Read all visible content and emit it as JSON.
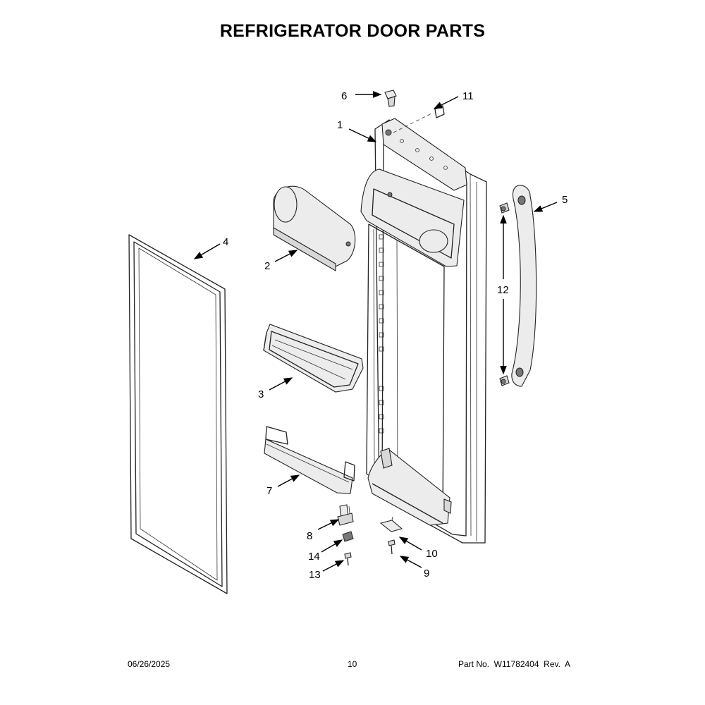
{
  "title": "REFRIGERATOR DOOR PARTS",
  "callouts": {
    "c1": "1",
    "c2": "2",
    "c3": "3",
    "c4": "4",
    "c5": "5",
    "c6": "6",
    "c7": "7",
    "c8": "8",
    "c9": "9",
    "c10": "10",
    "c11": "11",
    "c12": "12",
    "c13": "13",
    "c14": "14"
  },
  "footer": {
    "date": "06/26/2025",
    "page": "10",
    "part": "Part No.  W11782404  Rev.  A"
  }
}
